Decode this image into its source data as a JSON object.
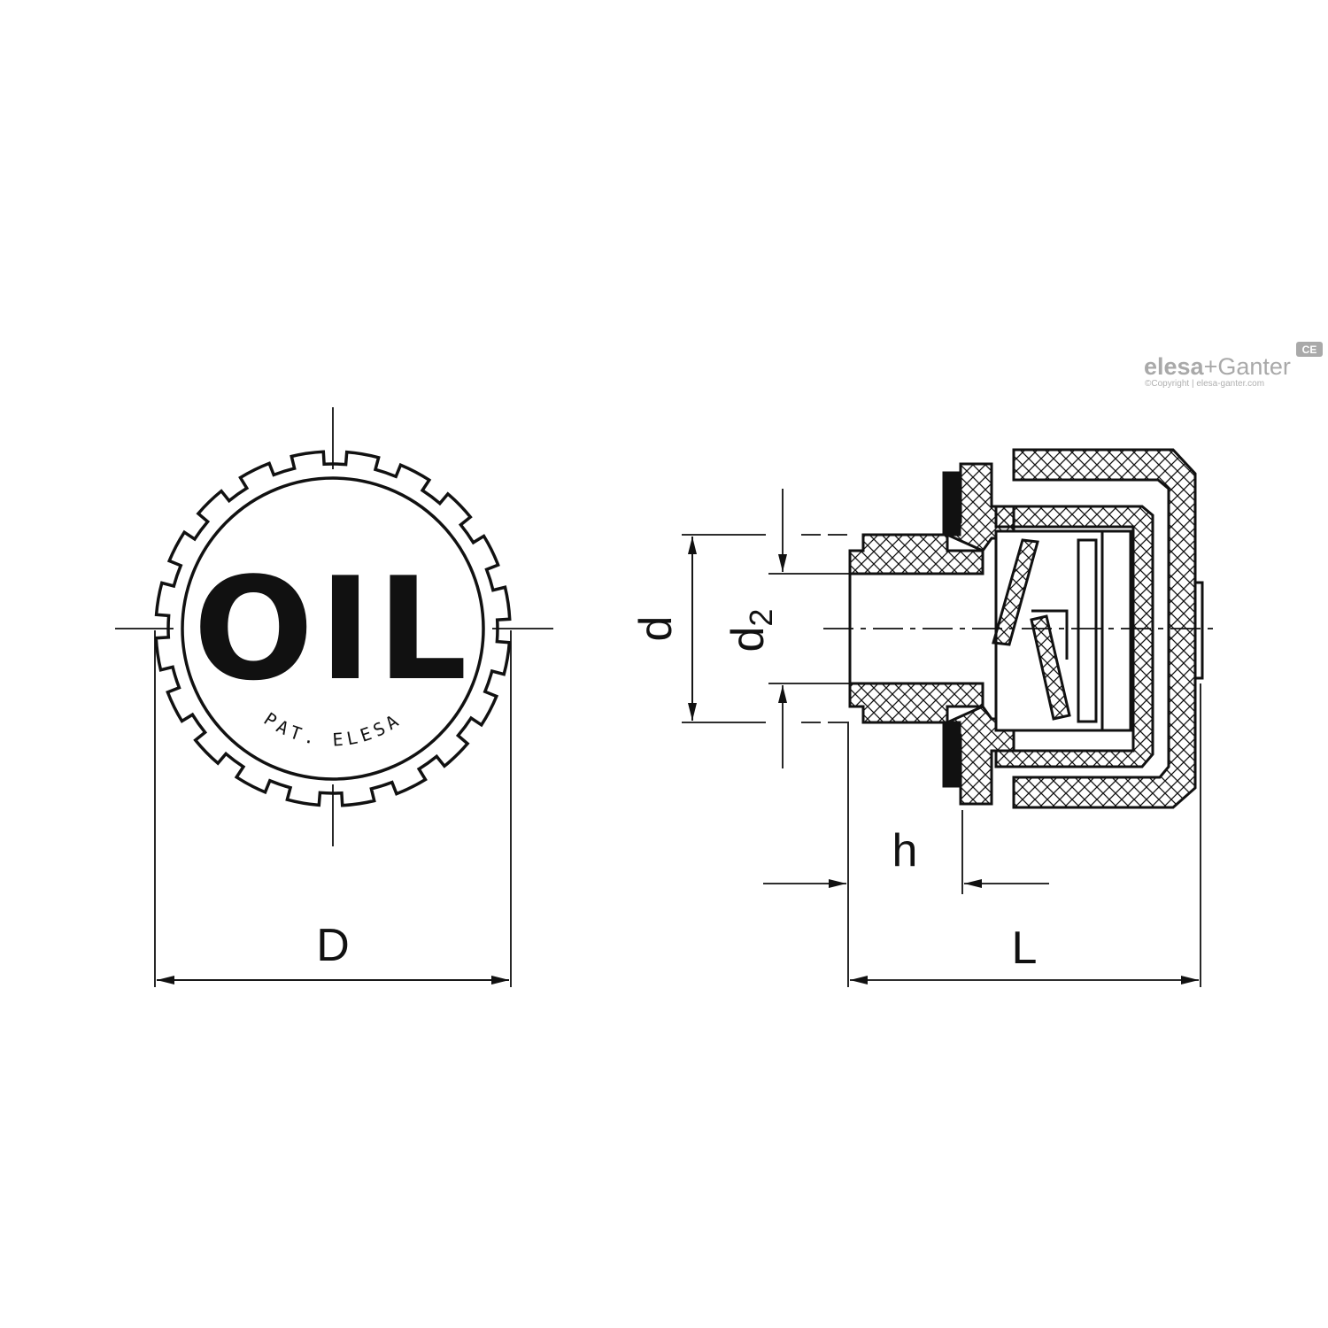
{
  "drawing": {
    "front_view": {
      "cap_text": "OIL",
      "patent_text": "PAT. ELESA"
    },
    "dimensions": {
      "D": "D",
      "L": "L",
      "h": "h",
      "d": "d",
      "d2": "d",
      "d2_subscript": "2"
    },
    "brand": {
      "name_part1": "elesa",
      "name_part2": "+Ganter",
      "copyright": "©Copyright | elesa-ganter.com",
      "mark": "CE"
    },
    "colors": {
      "line": "#111111",
      "brand_gray": "#a9a9a9"
    }
  }
}
